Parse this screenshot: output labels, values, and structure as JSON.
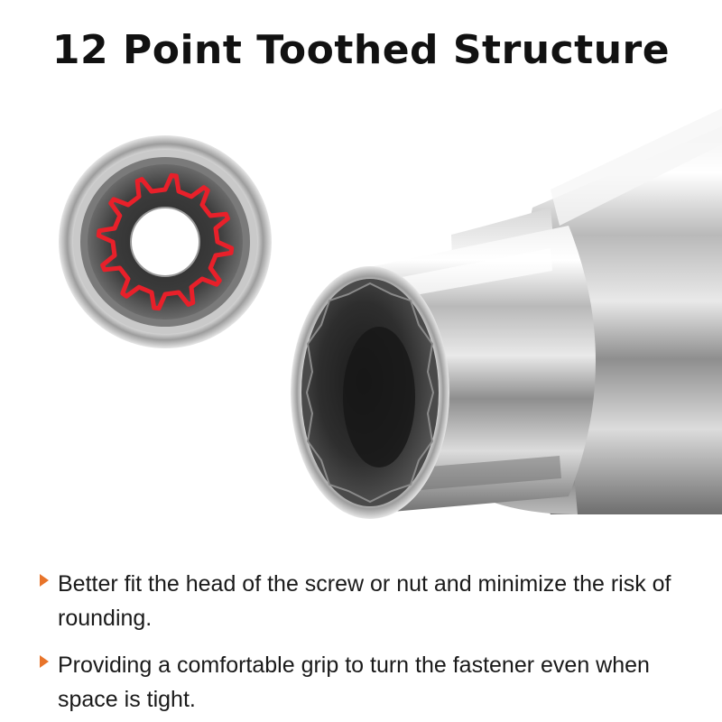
{
  "title": "12 Point Toothed Structure",
  "accent_color": "#e8742a",
  "highlight_color": "#e8202a",
  "bullets": [
    {
      "icon": "triangle-bullet-icon",
      "text": "Better fit the head of the screw or nut and minimize the risk of rounding."
    },
    {
      "icon": "triangle-bullet-icon",
      "text": "Providing a comfortable grip to turn the fastener even when space is tight."
    }
  ]
}
